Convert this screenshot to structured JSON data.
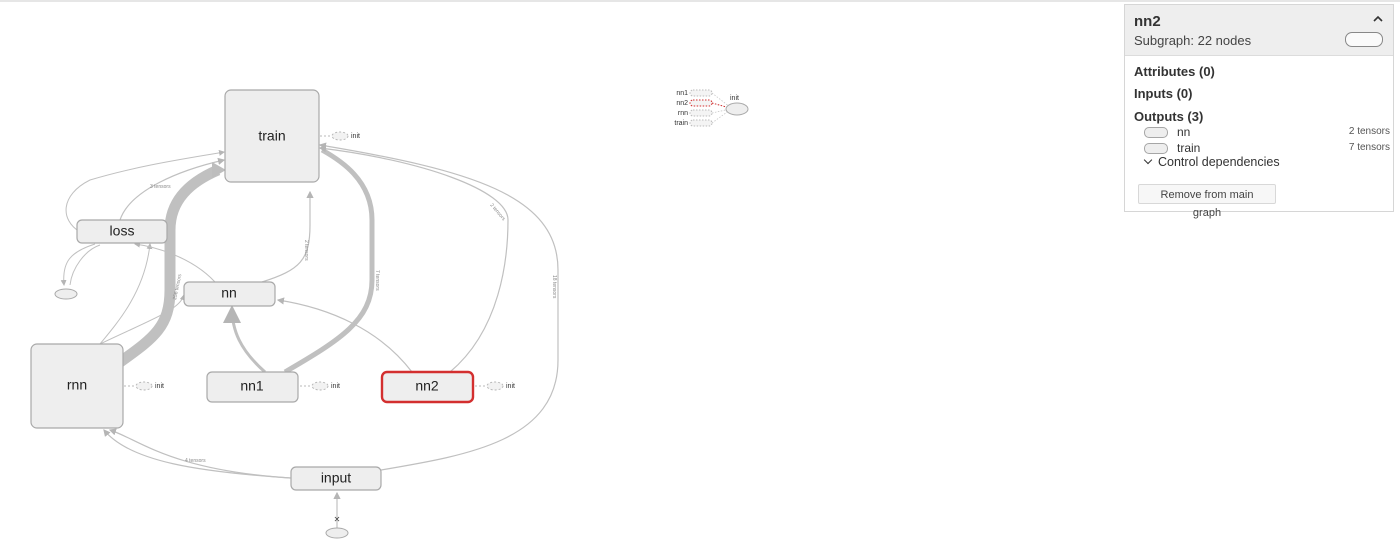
{
  "graph": {
    "nodes": {
      "train": "train",
      "loss": "loss",
      "nn": "nn",
      "rnn": "rnn",
      "nn1": "nn1",
      "nn2": "nn2",
      "input": "input"
    },
    "aux_label": "init",
    "edge_labels": {
      "rnn_to_train": "256 tensors",
      "nn1_to_train": "7 tensors",
      "nn2_to_train": "2 tensors",
      "input_to_train": "18 tensors",
      "loss_to_train": "3 tensors",
      "nn_to_train": "2 tensors",
      "input_to_rnn": "4 tensors"
    }
  },
  "minimap": {
    "labels": [
      "nn1",
      "nn2",
      "rnn",
      "train"
    ],
    "init_label": "init"
  },
  "info_card": {
    "title": "nn2",
    "subtitle": "Subgraph: 22 nodes",
    "collapse_icon": "chevron-up-icon",
    "attributes": "Attributes (0)",
    "inputs": "Inputs (0)",
    "outputs": "Outputs (3)",
    "output_rows": [
      {
        "name": "nn",
        "count": "2 tensors"
      },
      {
        "name": "train",
        "count": "7 tensors"
      }
    ],
    "control_dependencies": "Control dependencies",
    "remove_button": "Remove from main graph"
  },
  "colors": {
    "node_fill": "#eeeeee",
    "node_stroke": "#a9a9a9",
    "selected_stroke": "#d32f2f",
    "edge": "#c0c0c0"
  }
}
